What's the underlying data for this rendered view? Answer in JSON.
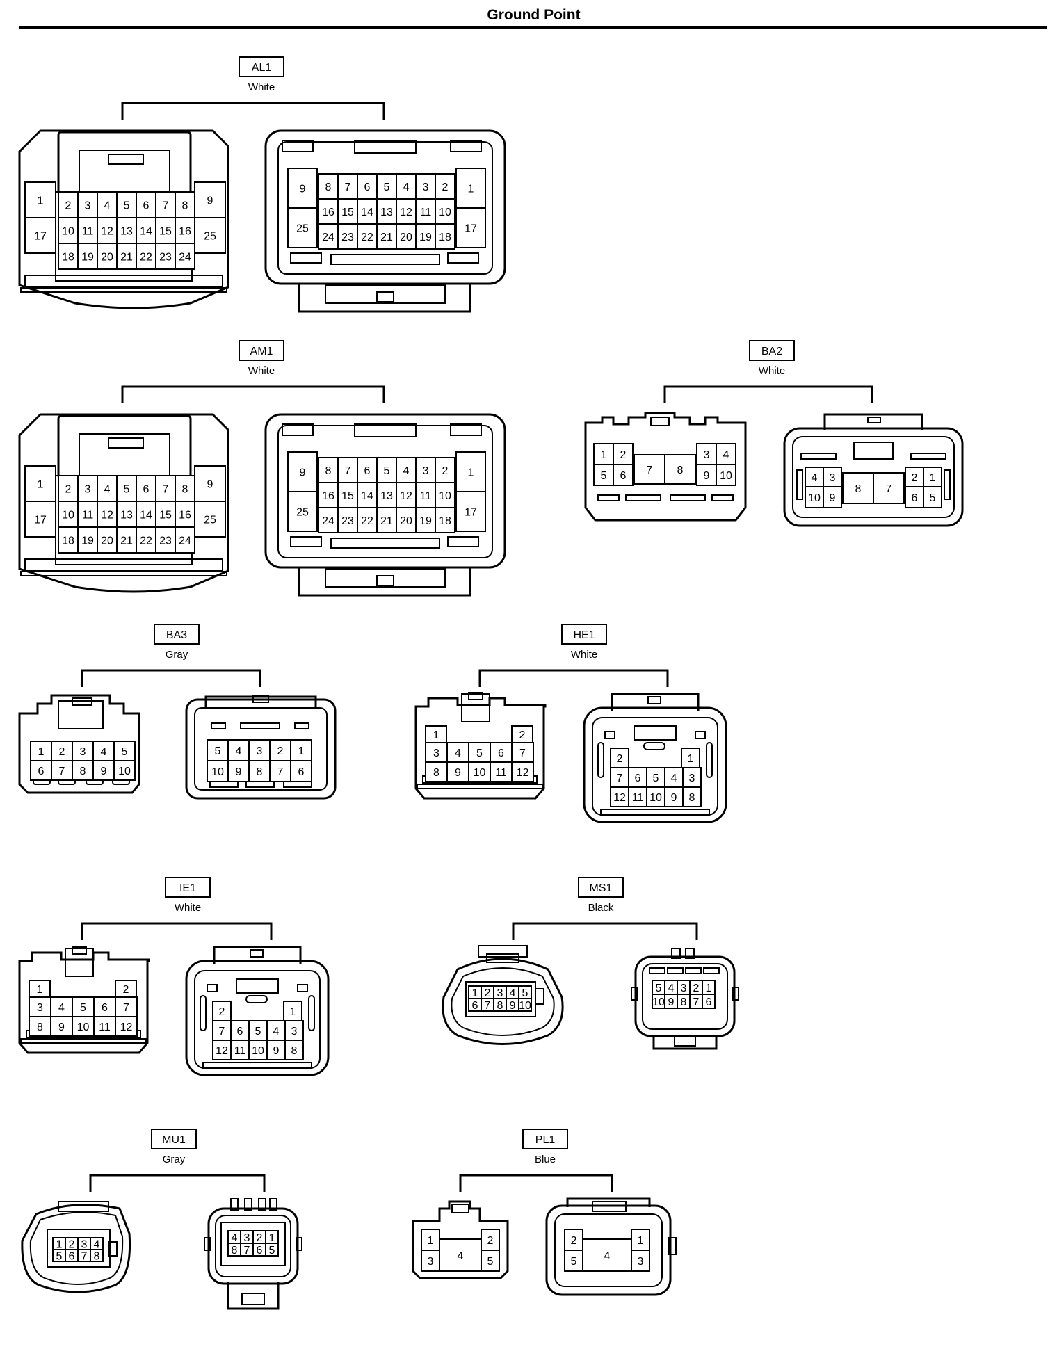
{
  "page": {
    "title": "Ground Point"
  },
  "colors": {
    "ink": "#000000",
    "paper": "#ffffff"
  },
  "connectors": [
    {
      "code": "AL1",
      "color": "White",
      "female": {
        "left_col": [
          "1",
          "17"
        ],
        "rows": [
          [
            "2",
            "3",
            "4",
            "5",
            "6",
            "7",
            "8"
          ],
          [
            "10",
            "11",
            "12",
            "13",
            "14",
            "15",
            "16"
          ],
          [
            "18",
            "19",
            "20",
            "21",
            "22",
            "23",
            "24"
          ]
        ],
        "right_col": [
          "9",
          "25"
        ]
      },
      "male": {
        "left_col": [
          "9",
          "25"
        ],
        "rows": [
          [
            "8",
            "7",
            "6",
            "5",
            "4",
            "3",
            "2"
          ],
          [
            "16",
            "15",
            "14",
            "13",
            "12",
            "11",
            "10"
          ],
          [
            "24",
            "23",
            "22",
            "21",
            "20",
            "19",
            "18"
          ]
        ],
        "right_col": [
          "1",
          "17"
        ]
      }
    },
    {
      "code": "AM1",
      "color": "White",
      "female": {
        "left_col": [
          "1",
          "17"
        ],
        "rows": [
          [
            "2",
            "3",
            "4",
            "5",
            "6",
            "7",
            "8"
          ],
          [
            "10",
            "11",
            "12",
            "13",
            "14",
            "15",
            "16"
          ],
          [
            "18",
            "19",
            "20",
            "21",
            "22",
            "23",
            "24"
          ]
        ],
        "right_col": [
          "9",
          "25"
        ]
      },
      "male": {
        "left_col": [
          "9",
          "25"
        ],
        "rows": [
          [
            "8",
            "7",
            "6",
            "5",
            "4",
            "3",
            "2"
          ],
          [
            "16",
            "15",
            "14",
            "13",
            "12",
            "11",
            "10"
          ],
          [
            "24",
            "23",
            "22",
            "21",
            "20",
            "19",
            "18"
          ]
        ],
        "right_col": [
          "1",
          "17"
        ]
      }
    },
    {
      "code": "BA2",
      "color": "White",
      "female": {
        "left_block": [
          [
            "1",
            "2"
          ],
          [
            "5",
            "6"
          ]
        ],
        "middle": [
          "7",
          "8"
        ],
        "right_block": [
          [
            "3",
            "4"
          ],
          [
            "9",
            "10"
          ]
        ]
      },
      "male": {
        "left_block": [
          [
            "4",
            "3"
          ],
          [
            "10",
            "9"
          ]
        ],
        "middle": [
          "8",
          "7"
        ],
        "right_block": [
          [
            "2",
            "1"
          ],
          [
            "6",
            "5"
          ]
        ]
      }
    },
    {
      "code": "BA3",
      "color": "Gray",
      "female": {
        "rows": [
          [
            "1",
            "2",
            "3",
            "4",
            "5"
          ],
          [
            "6",
            "7",
            "8",
            "9",
            "10"
          ]
        ]
      },
      "male": {
        "rows": [
          [
            "5",
            "4",
            "3",
            "2",
            "1"
          ],
          [
            "10",
            "9",
            "8",
            "7",
            "6"
          ]
        ]
      }
    },
    {
      "code": "HE1",
      "color": "White",
      "female": {
        "top": [
          "1",
          "2"
        ],
        "rows": [
          [
            "3",
            "4",
            "5",
            "6",
            "7"
          ],
          [
            "8",
            "9",
            "10",
            "11",
            "12"
          ]
        ]
      },
      "male": {
        "top": [
          "2",
          "1"
        ],
        "rows": [
          [
            "7",
            "6",
            "5",
            "4",
            "3"
          ],
          [
            "12",
            "11",
            "10",
            "9",
            "8"
          ]
        ]
      }
    },
    {
      "code": "IE1",
      "color": "White",
      "female": {
        "top": [
          "1",
          "2"
        ],
        "rows": [
          [
            "3",
            "4",
            "5",
            "6",
            "7"
          ],
          [
            "8",
            "9",
            "10",
            "11",
            "12"
          ]
        ]
      },
      "male": {
        "top": [
          "2",
          "1"
        ],
        "rows": [
          [
            "7",
            "6",
            "5",
            "4",
            "3"
          ],
          [
            "12",
            "11",
            "10",
            "9",
            "8"
          ]
        ]
      }
    },
    {
      "code": "MS1",
      "color": "Black",
      "female": {
        "rows": [
          [
            "1",
            "2",
            "3",
            "4",
            "5"
          ],
          [
            "6",
            "7",
            "8",
            "9",
            "10"
          ]
        ]
      },
      "male": {
        "rows": [
          [
            "5",
            "4",
            "3",
            "2",
            "1"
          ],
          [
            "10",
            "9",
            "8",
            "7",
            "6"
          ]
        ]
      }
    },
    {
      "code": "MU1",
      "color": "Gray",
      "female": {
        "rows": [
          [
            "1",
            "2",
            "3",
            "4"
          ],
          [
            "5",
            "6",
            "7",
            "8"
          ]
        ]
      },
      "male": {
        "rows": [
          [
            "4",
            "3",
            "2",
            "1"
          ],
          [
            "8",
            "7",
            "6",
            "5"
          ]
        ]
      }
    },
    {
      "code": "PL1",
      "color": "Blue",
      "female": {
        "pins": [
          "1",
          "2",
          "3",
          "4",
          "5"
        ]
      },
      "male": {
        "pins": [
          "2",
          "1",
          "5",
          "4",
          "3"
        ]
      }
    }
  ]
}
